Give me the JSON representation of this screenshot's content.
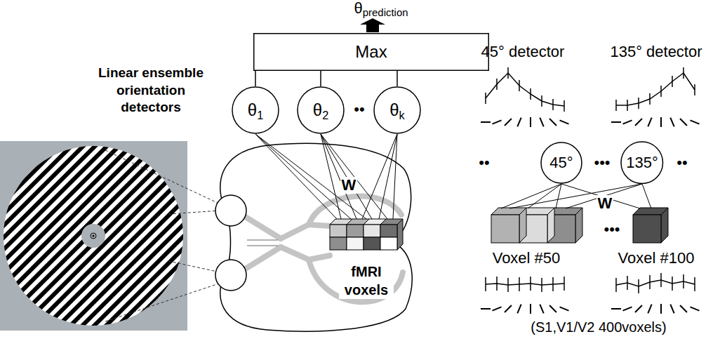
{
  "diagram": {
    "nodes": [
      {
        "text": [
          "Max"
        ]
      },
      {
        "text": [
          "θ1"
        ]
      },
      {
        "text": [
          "θ2"
        ]
      },
      {
        "text": [
          "θk"
        ]
      },
      {
        "text": [
          "45°"
        ]
      },
      {
        "text": [
          "135°"
        ]
      }
    ],
    "edges": [
      {
        "from": 1,
        "to": 0,
        "arrow": "none"
      },
      {
        "from": 2,
        "to": 0,
        "arrow": "none"
      },
      {
        "from": 3,
        "to": 0,
        "arrow": "none"
      }
    ],
    "labels": [
      "θprediction",
      "Linear ensemble orientation detectors",
      "••",
      "W",
      "fMRI voxels",
      "45° detector",
      "135° detector",
      "••",
      "•••",
      "••",
      "W",
      "•••",
      "Voxel #50",
      "Voxel #100",
      "(S1,V1/V2 400voxels)"
    ]
  }
}
